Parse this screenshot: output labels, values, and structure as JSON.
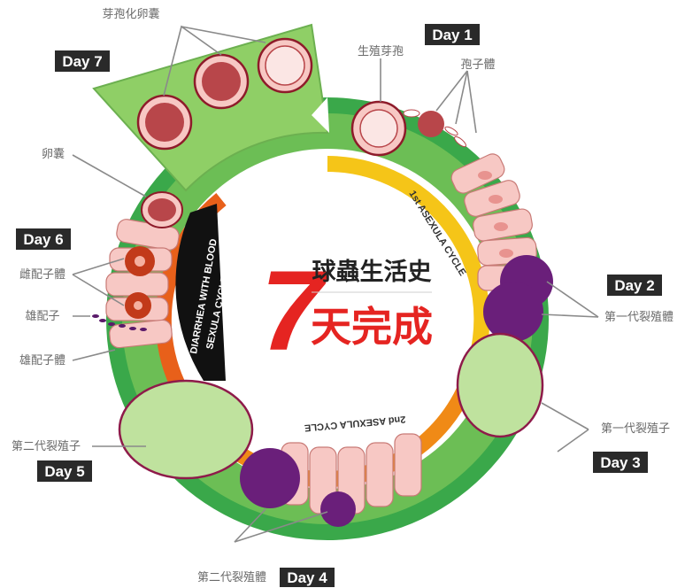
{
  "center": {
    "big_number": "7",
    "title_top": "球蟲生活史",
    "title_bottom": "天完成"
  },
  "cycles": {
    "asexual_1": "1st ASEXULA CYCLE",
    "asexual_2": "2nd ASEXULA CYCLE",
    "sexual": "SEXULA CYCLE",
    "diarrhea": "DIARRHEA WITH BLOOD"
  },
  "days": {
    "day1": "Day 1",
    "day2": "Day 2",
    "day3": "Day 3",
    "day4": "Day 4",
    "day5": "Day 5",
    "day6": "Day 6",
    "day7": "Day 7"
  },
  "labels": {
    "sporulating_oocyst": "芽孢化卵囊",
    "sporocyst": "生殖芽孢",
    "sporozoite": "孢子體",
    "oocyst": "卵囊",
    "macrogamete": "雌配子體",
    "microgamete": "雄配子",
    "microgametocyte": "雄配子體",
    "schizont_1": "第一代裂殖體",
    "merozoite_1": "第一代裂殖子",
    "merozoite_2": "第二代裂殖子",
    "schizont_2": "第二代裂殖體"
  },
  "colors": {
    "ring_green": "#3aa84a",
    "ring_light": "#8fcf66",
    "yellow_arc": "#f5c518",
    "orange_arc": "#f08a16",
    "deep_orange": "#e8601a",
    "black_arc": "#111111",
    "red": "#e52421",
    "cell_pink": "#f7c8c4",
    "cell_nucleus": "#e8938f",
    "schizont_purple": "#6a1f7a",
    "merozoite_green": "#7cc242"
  }
}
